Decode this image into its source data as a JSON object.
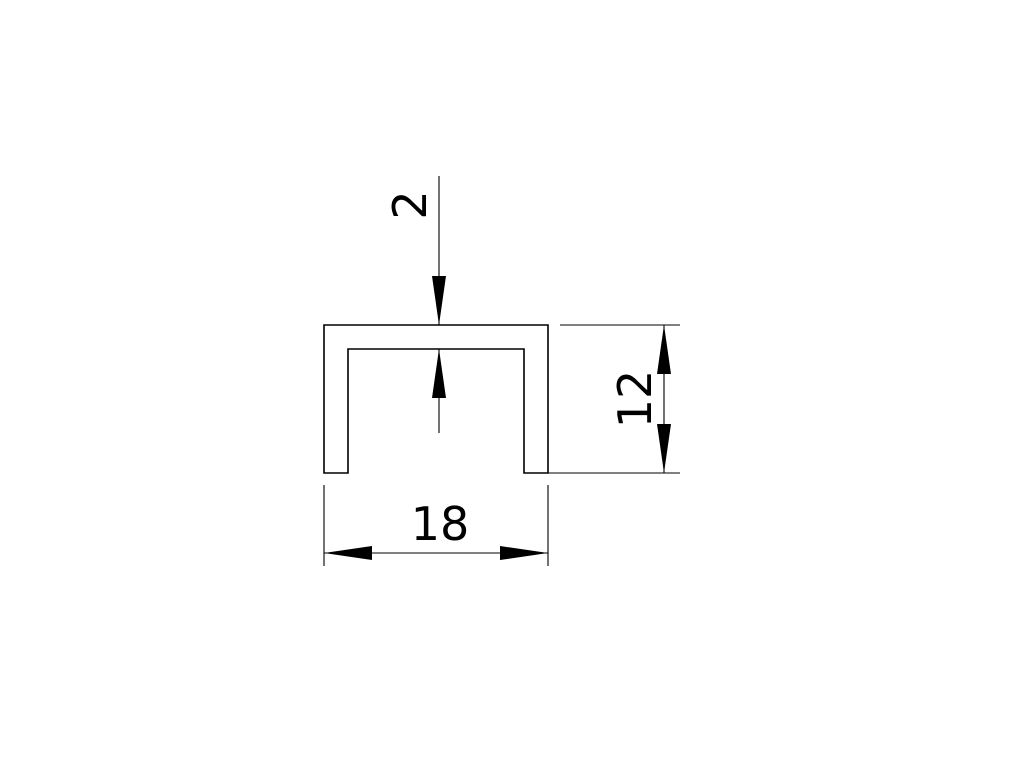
{
  "part": {
    "profile": "u-channel",
    "colors": {
      "line": "#000000",
      "background": "#ffffff"
    }
  },
  "dimensions": {
    "thickness": {
      "value": "2"
    },
    "height": {
      "value": "12"
    },
    "width": {
      "value": "18"
    }
  }
}
